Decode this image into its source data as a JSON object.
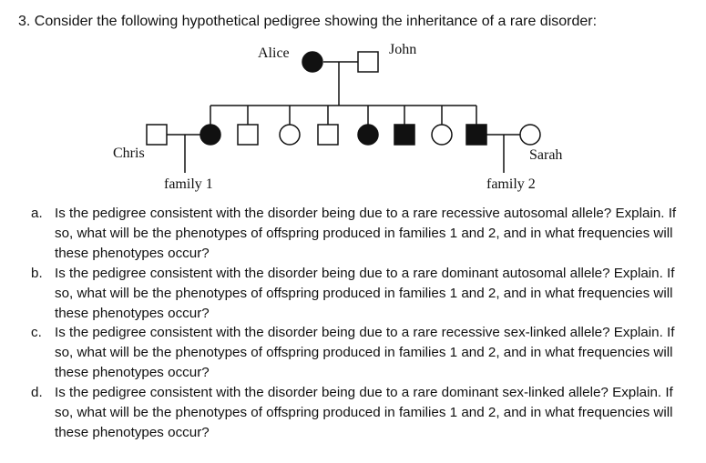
{
  "question": {
    "title": "3. Consider the following hypothetical pedigree showing the inheritance of a rare disorder:",
    "pedigree": {
      "labels": {
        "alice": "Alice",
        "john": "John",
        "chris": "Chris",
        "sarah": "Sarah",
        "family1": "family 1",
        "family2": "family 2"
      },
      "parents": [
        {
          "name": "Alice",
          "sex": "female",
          "affected": true
        },
        {
          "name": "John",
          "sex": "male",
          "affected": false
        }
      ],
      "children": [
        {
          "sex": "female",
          "affected": true
        },
        {
          "sex": "male",
          "affected": false
        },
        {
          "sex": "female",
          "affected": false
        },
        {
          "sex": "male",
          "affected": false
        },
        {
          "sex": "female",
          "affected": true
        },
        {
          "sex": "male",
          "affected": true
        },
        {
          "sex": "female",
          "affected": false
        },
        {
          "sex": "male",
          "affected": true
        }
      ],
      "spouses": [
        {
          "name": "Chris",
          "sex": "male",
          "affected": false
        },
        {
          "name": "Sarah",
          "sex": "female",
          "affected": false
        }
      ]
    },
    "parts": [
      {
        "label": "a.",
        "text": "Is the pedigree consistent with the disorder being due to a rare recessive autosomal allele? Explain. If so, what will be the phenotypes of offspring produced in families 1 and 2, and in what frequencies will these phenotypes occur?"
      },
      {
        "label": "b.",
        "text": "Is the pedigree consistent with the disorder being due to a rare dominant autosomal allele? Explain. If so, what will be the phenotypes of offspring produced in families 1 and 2, and in what frequencies will these phenotypes occur?"
      },
      {
        "label": "c.",
        "text": "Is the pedigree consistent with the disorder being due to a rare recessive sex-linked allele? Explain. If so, what will be the phenotypes of offspring produced in families 1 and 2, and in what frequencies will these phenotypes occur?"
      },
      {
        "label": "d.",
        "text": "Is the pedigree consistent with the disorder being due to a rare dominant sex-linked allele? Explain. If so, what will be the phenotypes of offspring produced in families 1 and 2, and in what frequencies will these phenotypes occur?"
      }
    ]
  }
}
